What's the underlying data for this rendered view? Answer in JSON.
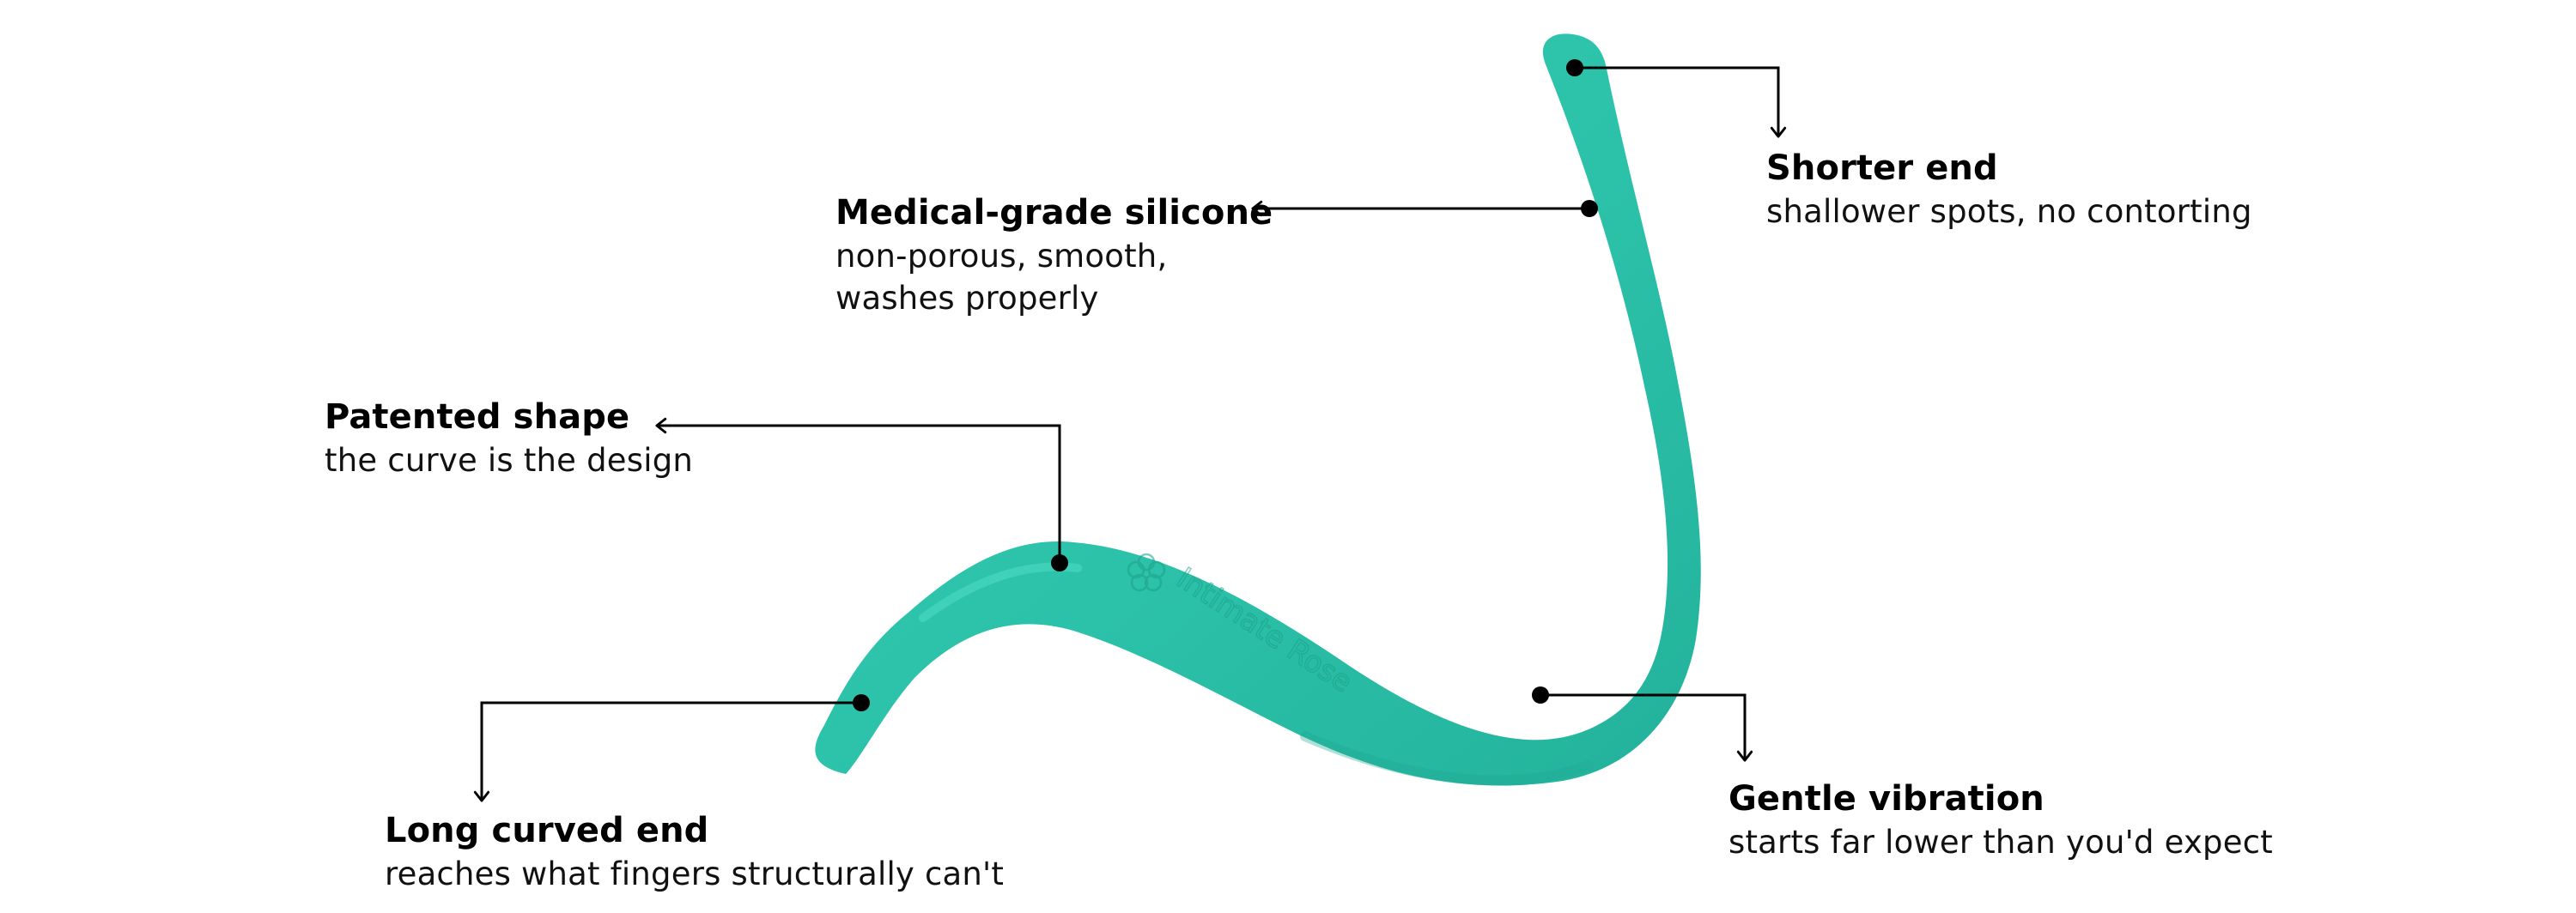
{
  "brand": {
    "product_color": "#2fc4ac",
    "product_shadow": "#1fa591",
    "logo_text": "Intimate Rose"
  },
  "callouts": {
    "shorter_end": {
      "title": "Shorter end",
      "desc": "shallower spots, no contorting"
    },
    "silicone": {
      "title": "Medical-grade silicone",
      "desc_line1": "non-porous, smooth,",
      "desc_line2": "washes properly"
    },
    "patented_shape": {
      "title": "Patented shape",
      "desc": "the curve is the design"
    },
    "long_end": {
      "title": "Long curved end",
      "desc": "reaches what fingers structurally can't"
    },
    "vibration": {
      "title": "Gentle vibration",
      "desc": "starts far lower than you'd expect"
    }
  }
}
